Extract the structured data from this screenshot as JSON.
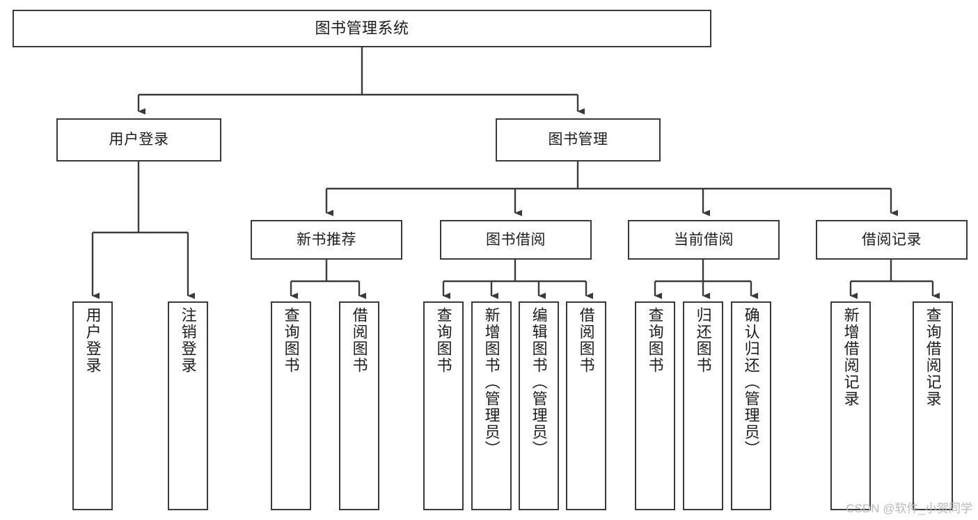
{
  "diagram": {
    "title": "图书管理系统",
    "type": "hierarchy-tree",
    "levels": 4,
    "nodes": {
      "root": {
        "label": "图书管理系统"
      },
      "level2": [
        {
          "id": "user-login",
          "label": "用户登录"
        },
        {
          "id": "book-management",
          "label": "图书管理"
        }
      ],
      "level3": [
        {
          "id": "new-book-recommend",
          "label": "新书推荐",
          "parent": "book-management"
        },
        {
          "id": "book-borrow",
          "label": "图书借阅",
          "parent": "book-management"
        },
        {
          "id": "current-borrow",
          "label": "当前借阅",
          "parent": "book-management"
        },
        {
          "id": "borrow-record",
          "label": "借阅记录",
          "parent": "book-management"
        }
      ],
      "leaves": [
        {
          "id": "leaf-user-login",
          "label": "用户登录",
          "parent": "user-login"
        },
        {
          "id": "leaf-logout-login",
          "label": "注销登录",
          "parent": "user-login"
        },
        {
          "id": "leaf-query-book-1",
          "label": "查询图书",
          "parent": "new-book-recommend"
        },
        {
          "id": "leaf-borrow-book-1",
          "label": "借阅图书",
          "parent": "new-book-recommend"
        },
        {
          "id": "leaf-query-book-2",
          "label": "查询图书",
          "parent": "book-borrow"
        },
        {
          "id": "leaf-add-book",
          "label": "新增图书（管理员）",
          "parent": "book-borrow"
        },
        {
          "id": "leaf-edit-book",
          "label": "编辑图书（管理员）",
          "parent": "book-borrow"
        },
        {
          "id": "leaf-borrow-book-2",
          "label": "借阅图书",
          "parent": "book-borrow"
        },
        {
          "id": "leaf-query-book-3",
          "label": "查询图书",
          "parent": "current-borrow"
        },
        {
          "id": "leaf-return-book",
          "label": "归还图书",
          "parent": "current-borrow"
        },
        {
          "id": "leaf-confirm-return",
          "label": "确认归还（管理员）",
          "parent": "current-borrow"
        },
        {
          "id": "leaf-add-record",
          "label": "新增借阅记录",
          "parent": "borrow-record"
        },
        {
          "id": "leaf-query-record",
          "label": "查询借阅记录",
          "parent": "borrow-record"
        }
      ]
    },
    "colors": {
      "stroke": "#3a3a3a",
      "fill": "#ffffff",
      "text": "#1c1c1c",
      "watermark": "#b9b9b9"
    }
  },
  "watermark": {
    "text": "CSDN @软件_小贺同学"
  }
}
